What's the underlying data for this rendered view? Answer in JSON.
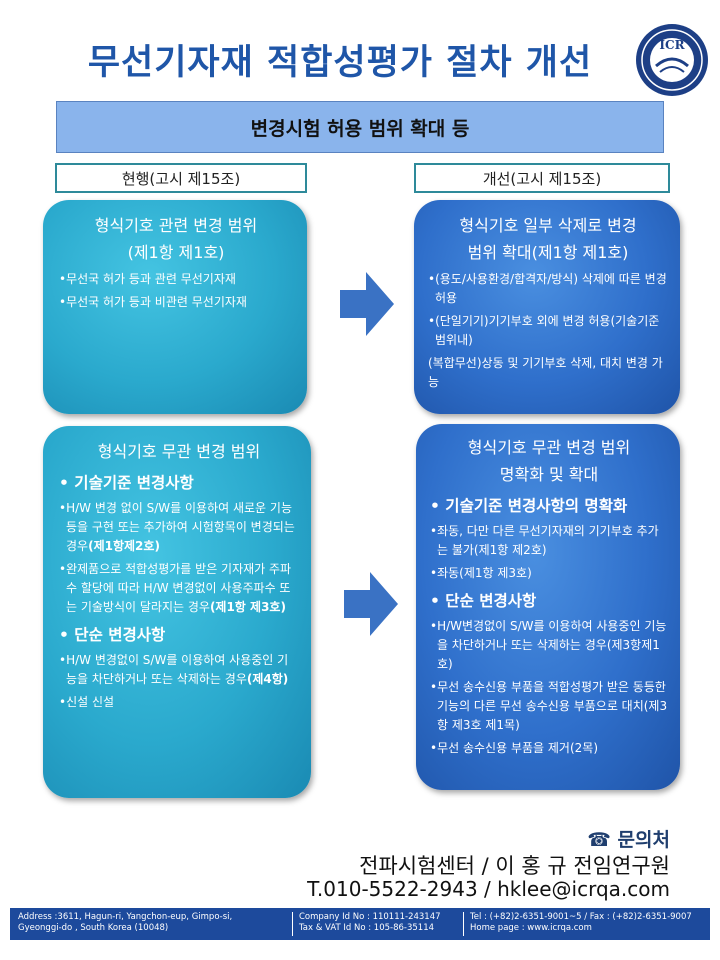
{
  "title": "무선기자재 적합성평가 절차 개선",
  "logo": {
    "text": "ICR"
  },
  "subtitle": "변경시험 허용 범위 확대 등",
  "columns": {
    "left": "현행(고시 제15조)",
    "right": "개선(고시 제15조)"
  },
  "card1": {
    "title_line1": "형식기호 관련 변경 범위",
    "title_line2": "(제1항 제1호)",
    "item1": "•무선국 허가 등과 관련 무선기자재",
    "item2": "•무선국 허가 등과 비관련 무선기자재"
  },
  "card2": {
    "title_line1": "형식기호 일부 삭제로 변경",
    "title_line2": "범위 확대(제1항 제1호)",
    "item1": "•(용도/사용환경/합격자/방식) 삭제에 따른 변경 허용",
    "item2": "•(단일기기)기기부호 외에 변경 허용(기술기준범위내)",
    "item3": "(복합무선)상동 및 기기부호 삭제, 대치 변경 가능"
  },
  "card3": {
    "title": "형식기호 무관 변경 범위",
    "head1": "• 기술기준 변경사항",
    "item1_text": "•H/W 변경 없이 S/W를 이용하여 새로운 기능 등을 구현 또는 추가하여 시험항목이 변경되는 경우",
    "item1_ref": "(제1항제2호)",
    "item2_text": "•완제품으로 적합성평가를 받은 기자재가 주파수 할당에 따라 H/W 변경없이 사용주파수 또는 기술방식이 달라지는 경우",
    "item2_ref": "(제1항 제3호)",
    "head2": "• 단순 변경사항",
    "item3_text": "•H/W 변경없이 S/W를 이용하여 사용중인 기능을 차단하거나 또는 삭제하는 경우",
    "item3_ref": "(제4항)",
    "item4": "•신설  신설"
  },
  "card4": {
    "title_line1": "형식기호 무관 변경 범위",
    "title_line2": "명확화 및 확대",
    "head1": "• 기술기준 변경사항의 명확화",
    "item1": "•좌동, 다만 다른 무선기자재의 기기부호 추가는 불가(제1항 제2호)",
    "item2": "•좌동(제1항 제3호)",
    "head2": "• 단순 변경사항",
    "item3": "•H/W변경없이 S/W를 이용하여 사용중인 기능을 차단하거나 또는 삭제하는 경우(제3항제1호)",
    "item4": "•무선 송수신용 부품을 적합성평가 받은 동등한 기능의 다른 무선 송수신용 부품으로 대치(제3항 제3호 제1목)",
    "item5": "•무선 송수신용 부품을 제거(2목)"
  },
  "contact": {
    "label": "문의처",
    "name": "전파시험센터 / 이 홍 규 전임연구원",
    "tel": "T.010-5522-2943 / hklee@icrqa.com"
  },
  "footer": {
    "address1": "Address :3611, Hagun-ri, Yangchon-eup, Gimpo-si,",
    "address2": "Gyeonggi-do , South Korea (10048)",
    "company1": "Company Id No : 110111-243147",
    "company2": "Tax & VAT Id No : 105-86-35114",
    "tel1": "Tel : (+82)2-6351-9001~5 / Fax : (+82)2-6351-9007",
    "tel2": "Home page : www.icrqa.com"
  }
}
